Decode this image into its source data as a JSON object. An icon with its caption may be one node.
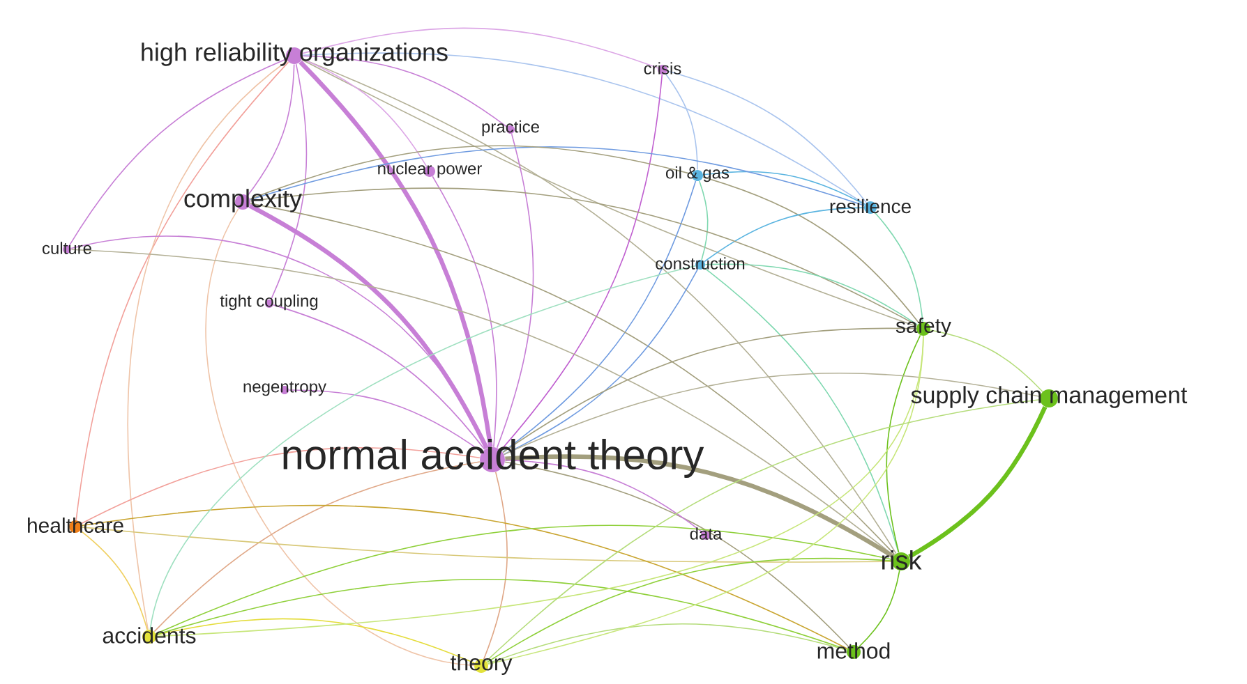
{
  "diagram": {
    "nodes": [
      {
        "text": [
          "high reliability organizations"
        ]
      },
      {
        "text": [
          "crisis"
        ]
      },
      {
        "text": [
          "practice"
        ]
      },
      {
        "text": [
          "nuclear power"
        ]
      },
      {
        "text": [
          "oil & gas"
        ]
      },
      {
        "text": [
          "resilience"
        ]
      },
      {
        "text": [
          "complexity"
        ]
      },
      {
        "text": [
          "culture"
        ]
      },
      {
        "text": [
          "construction"
        ]
      },
      {
        "text": [
          "tight coupling"
        ]
      },
      {
        "text": [
          "safety"
        ]
      },
      {
        "text": [
          "negentropy"
        ]
      },
      {
        "text": [
          "supply chain management"
        ]
      },
      {
        "text": [
          "normal accident theory"
        ]
      },
      {
        "text": [
          "healthcare"
        ]
      },
      {
        "text": [
          "data"
        ]
      },
      {
        "text": [
          "risk"
        ]
      },
      {
        "text": [
          "accidents"
        ]
      },
      {
        "text": [
          "theory"
        ]
      },
      {
        "text": [
          "method"
        ]
      }
    ],
    "edges": [
      {
        "from": 0,
        "to": 13,
        "arrow": "none",
        "style": "thick",
        "color": "#c77fd6"
      },
      {
        "from": 0,
        "to": 6,
        "arrow": "none",
        "color": "#c77fd6"
      },
      {
        "from": 6,
        "to": 13,
        "arrow": "none",
        "style": "thick",
        "color": "#c77fd6"
      },
      {
        "from": 7,
        "to": 0,
        "arrow": "none",
        "color": "#c77fd6"
      },
      {
        "from": 0,
        "to": 9,
        "arrow": "none",
        "color": "#c77fd6"
      },
      {
        "from": 0,
        "to": 1,
        "arrow": "none",
        "color": "#dca6e6"
      },
      {
        "from": 0,
        "to": 5,
        "arrow": "none",
        "color": "#a9c4ee"
      },
      {
        "from": 0,
        "to": 10,
        "arrow": "none",
        "color": "#b3b096"
      },
      {
        "from": 0,
        "to": 16,
        "arrow": "none",
        "color": "#b3b096"
      },
      {
        "from": 14,
        "to": 0,
        "arrow": "none",
        "color": "#f2a09a"
      },
      {
        "from": 17,
        "to": 0,
        "arrow": "none",
        "color": "#efc4a8"
      },
      {
        "from": 0,
        "to": 3,
        "arrow": "none",
        "color": "#dca6e6"
      },
      {
        "from": 0,
        "to": 2,
        "arrow": "none",
        "color": "#c77fd6"
      },
      {
        "from": 1,
        "to": 13,
        "arrow": "none",
        "color": "#c060d0"
      },
      {
        "from": 1,
        "to": 4,
        "arrow": "none",
        "color": "#a9c4ee"
      },
      {
        "from": 1,
        "to": 5,
        "arrow": "none",
        "color": "#a9c4ee"
      },
      {
        "from": 3,
        "to": 13,
        "arrow": "none",
        "color": "#c77fd6"
      },
      {
        "from": 2,
        "to": 13,
        "arrow": "none",
        "color": "#c77fd6"
      },
      {
        "from": 4,
        "to": 13,
        "arrow": "none",
        "color": "#6f9be0"
      },
      {
        "from": 4,
        "to": 5,
        "arrow": "none",
        "color": "#5ab4e0"
      },
      {
        "from": 4,
        "to": 10,
        "arrow": "none",
        "color": "#a39f7e"
      },
      {
        "from": 4,
        "to": 8,
        "arrow": "none",
        "color": "#7fd8b0"
      },
      {
        "from": 8,
        "to": 5,
        "arrow": "none",
        "color": "#5ab4e0"
      },
      {
        "from": 5,
        "to": 10,
        "arrow": "none",
        "color": "#7fd8b0"
      },
      {
        "from": 6,
        "to": 5,
        "arrow": "none",
        "color": "#6f9be0"
      },
      {
        "from": 6,
        "to": 4,
        "arrow": "none",
        "color": "#a39f7e"
      },
      {
        "from": 6,
        "to": 16,
        "arrow": "none",
        "color": "#a39f7e"
      },
      {
        "from": 6,
        "to": 10,
        "arrow": "none",
        "color": "#a39f7e"
      },
      {
        "from": 6,
        "to": 18,
        "arrow": "none",
        "color": "#efc4a8"
      },
      {
        "from": 7,
        "to": 13,
        "arrow": "none",
        "color": "#c77fd6"
      },
      {
        "from": 7,
        "to": 16,
        "arrow": "none",
        "color": "#b3b096"
      },
      {
        "from": 8,
        "to": 13,
        "arrow": "none",
        "color": "#6f9be0"
      },
      {
        "from": 8,
        "to": 10,
        "arrow": "none",
        "color": "#7fd8b0"
      },
      {
        "from": 8,
        "to": 16,
        "arrow": "none",
        "color": "#7fd8b0"
      },
      {
        "from": 9,
        "to": 13,
        "arrow": "none",
        "color": "#c77fd6"
      },
      {
        "from": 11,
        "to": 13,
        "arrow": "none",
        "color": "#c77fd6"
      },
      {
        "from": 13,
        "to": 10,
        "arrow": "none",
        "color": "#a39f7e"
      },
      {
        "from": 10,
        "to": 16,
        "arrow": "none",
        "color": "#6cc11c"
      },
      {
        "from": 10,
        "to": 12,
        "arrow": "none",
        "color": "#b4dc7a"
      },
      {
        "from": 12,
        "to": 16,
        "arrow": "none",
        "style": "thick",
        "color": "#6cc11c"
      },
      {
        "from": 13,
        "to": 12,
        "arrow": "none",
        "color": "#b3b096"
      },
      {
        "from": 13,
        "to": 16,
        "arrow": "none",
        "style": "thick",
        "color": "#a39f7e"
      },
      {
        "from": 13,
        "to": 19,
        "arrow": "none",
        "color": "#a39f7e"
      },
      {
        "from": 14,
        "to": 13,
        "arrow": "none",
        "color": "#f2a09a"
      },
      {
        "from": 13,
        "to": 18,
        "arrow": "none",
        "color": "#e0a888"
      },
      {
        "from": 17,
        "to": 13,
        "arrow": "none",
        "color": "#e0a888"
      },
      {
        "from": 14,
        "to": 16,
        "arrow": "none",
        "color": "#d8c878"
      },
      {
        "from": 14,
        "to": 17,
        "arrow": "none",
        "color": "#f0d060"
      },
      {
        "from": 14,
        "to": 19,
        "arrow": "none",
        "color": "#c9a530"
      },
      {
        "from": 13,
        "to": 15,
        "arrow": "none",
        "color": "#c77fd6"
      },
      {
        "from": 17,
        "to": 16,
        "arrow": "none",
        "color": "#8fd03a"
      },
      {
        "from": 18,
        "to": 16,
        "arrow": "none",
        "color": "#8fd03a"
      },
      {
        "from": 16,
        "to": 19,
        "arrow": "none",
        "color": "#6cc11c"
      },
      {
        "from": 17,
        "to": 18,
        "arrow": "none",
        "color": "#e4dc3a"
      },
      {
        "from": 17,
        "to": 19,
        "arrow": "none",
        "color": "#8fd03a"
      },
      {
        "from": 18,
        "to": 19,
        "arrow": "none",
        "color": "#b4dc7a"
      },
      {
        "from": 18,
        "to": 10,
        "arrow": "none",
        "color": "#c7e67a"
      },
      {
        "from": 17,
        "to": 10,
        "arrow": "none",
        "color": "#c7e67a"
      },
      {
        "from": 18,
        "to": 12,
        "arrow": "none",
        "color": "#b4dc7a"
      },
      {
        "from": 17,
        "to": 8,
        "arrow": "none",
        "color": "#9fe0c0"
      }
    ]
  }
}
